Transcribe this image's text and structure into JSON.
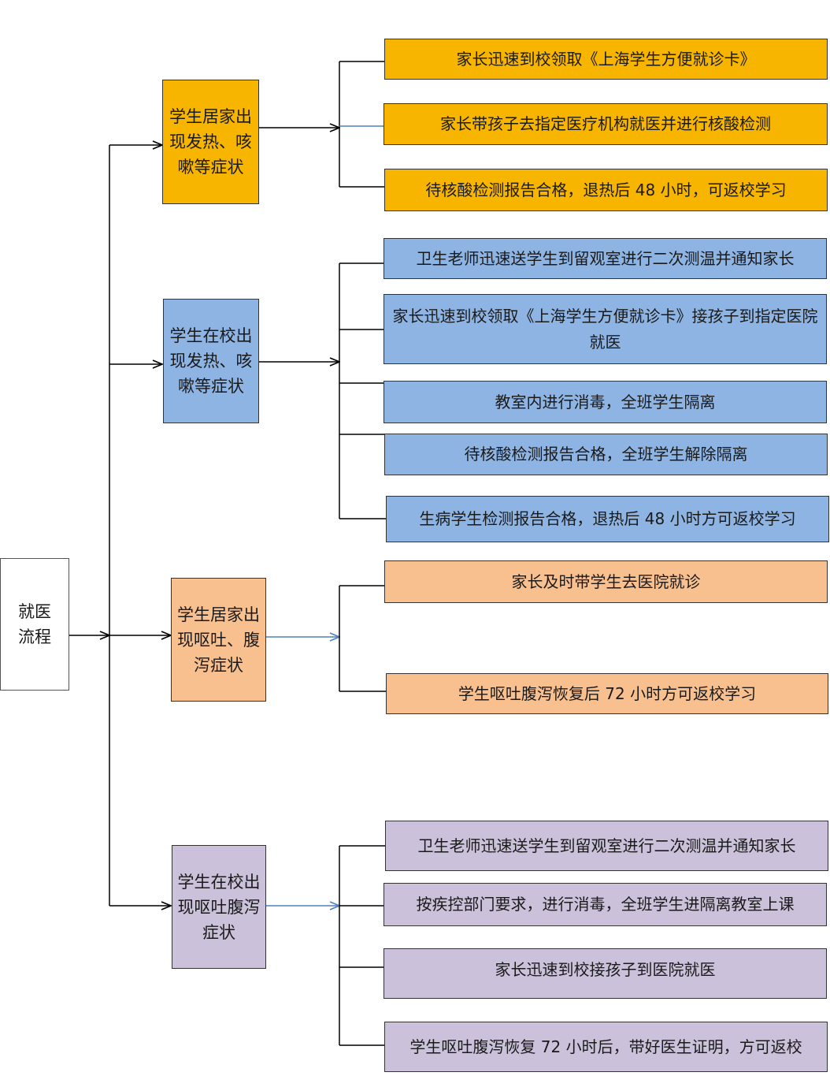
{
  "root": "就医流程",
  "colors": {
    "yellow": "#f7b500",
    "blue": "#8eb4e3",
    "peach": "#f9c08f",
    "lavender": "#ccc1da",
    "line": "#000000",
    "arrow_blue": "#4f81bd"
  },
  "branches": [
    {
      "label": "学生居家出现发热、咳嗽等症状",
      "steps": [
        "家长迅速到校领取《上海学生方便就诊卡》",
        "家长带孩子去指定医疗机构就医并进行核酸检测",
        "待核酸检测报告合格，退热后 48 小时，可返校学习"
      ]
    },
    {
      "label": "学生在校出现发热、咳嗽等症状",
      "steps": [
        "卫生老师迅速送学生到留观室进行二次测温并通知家长",
        "家长迅速到校领取《上海学生方便就诊卡》接孩子到指定医院就医",
        "教室内进行消毒，全班学生隔离",
        "待核酸检测报告合格，全班学生解除隔离",
        "生病学生检测报告合格，退热后 48 小时方可返校学习"
      ]
    },
    {
      "label": "学生居家出现呕吐、腹泻症状",
      "steps": [
        "家长及时带学生去医院就诊",
        "学生呕吐腹泻恢复后 72 小时方可返校学习"
      ]
    },
    {
      "label": "学生在校出现呕吐腹泻症状",
      "steps": [
        "卫生老师迅速送学生到留观室进行二次测温并通知家长",
        "按疾控部门要求，进行消毒，全班学生进隔离教室上课",
        "家长迅速到校接孩子到医院就医",
        "学生呕吐腹泻恢复 72 小时后，带好医生证明，方可返校"
      ]
    }
  ]
}
